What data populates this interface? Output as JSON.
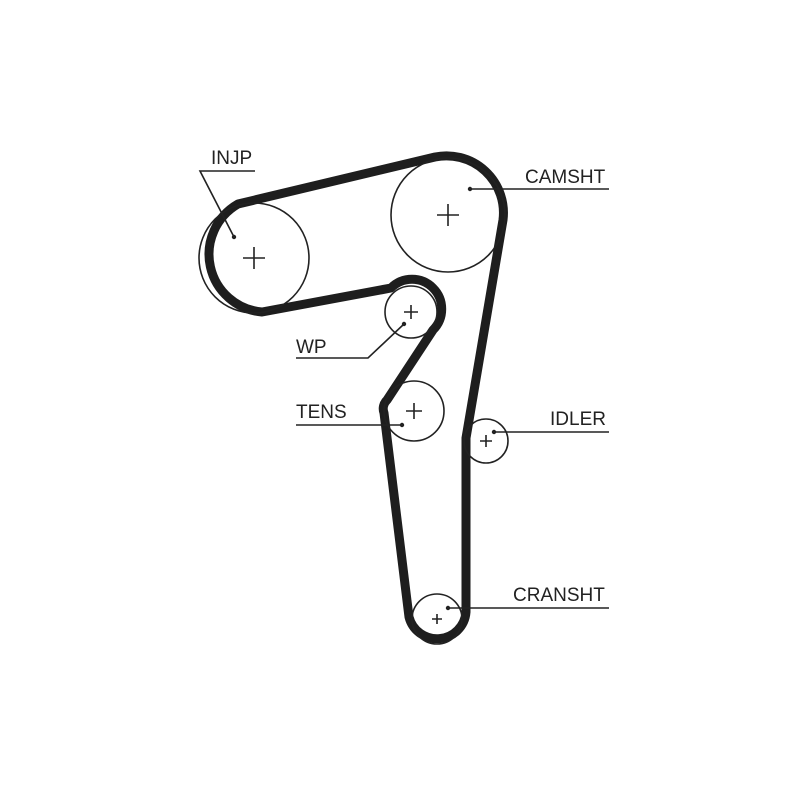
{
  "diagram": {
    "colors": {
      "belt": "#1e1e1e",
      "line": "#222222",
      "background": "#ffffff"
    },
    "labels": {
      "injp": "INJP",
      "camsht": "CAMSHT",
      "wp": "WP",
      "tens": "TENS",
      "idler": "IDLER",
      "cransht": "CRANSHT"
    }
  }
}
